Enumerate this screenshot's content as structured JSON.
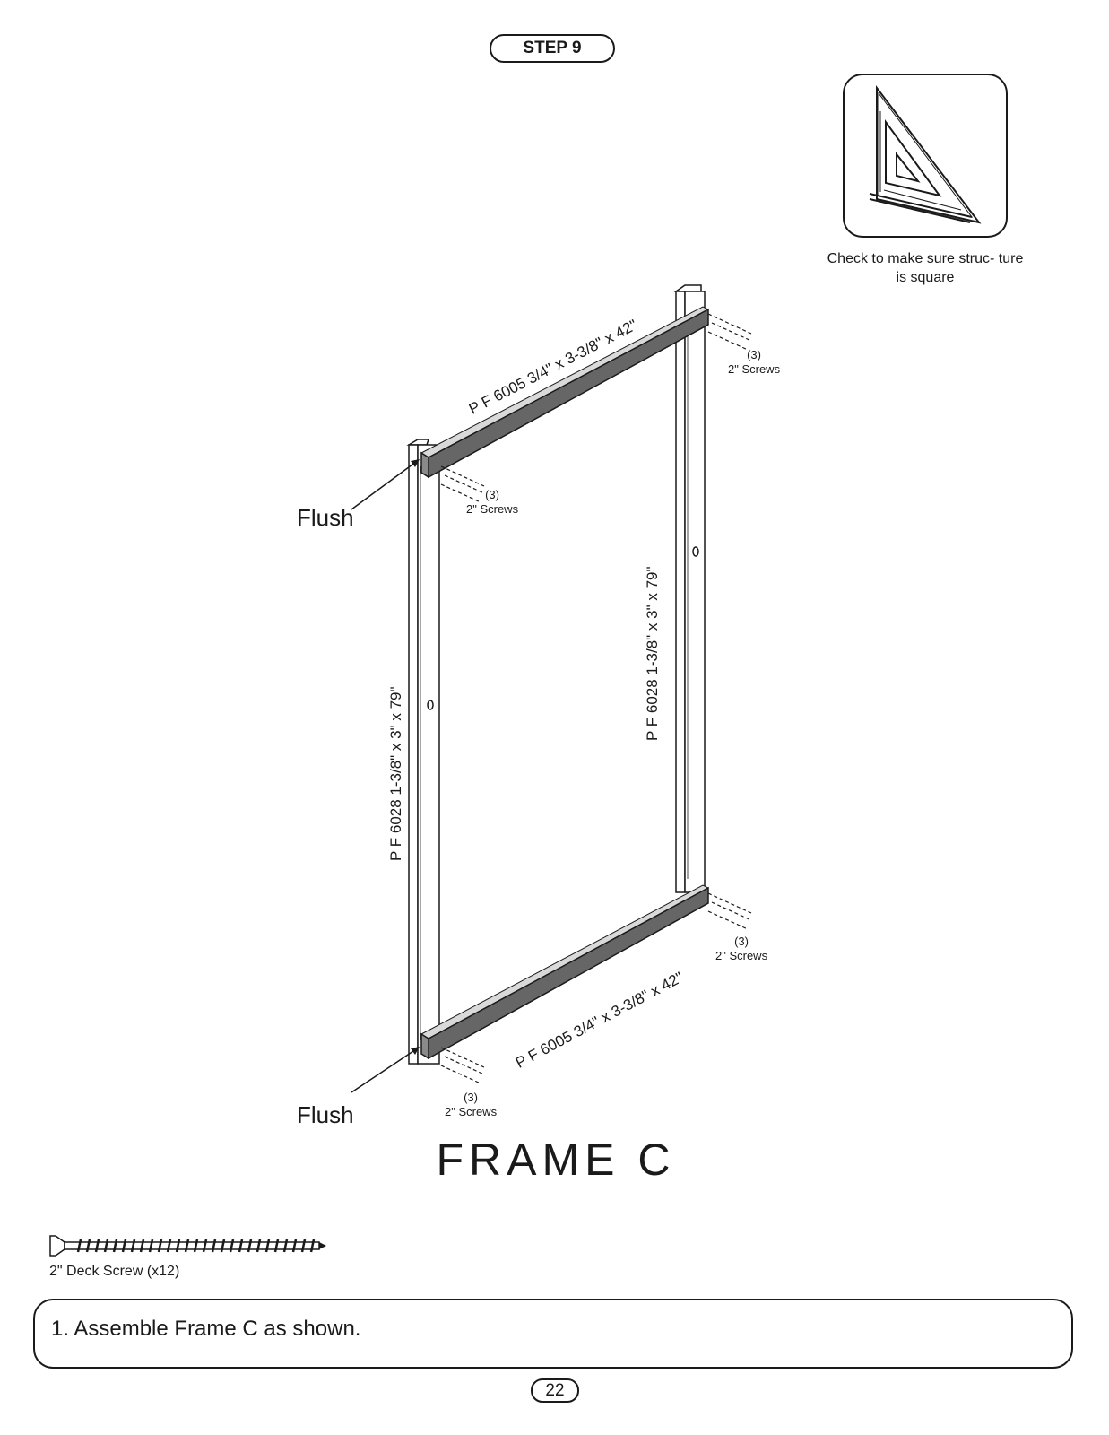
{
  "step": {
    "label": "STEP 9"
  },
  "square_check": {
    "icon": "speed-square-icon",
    "caption": "Check to make sure struc- ture is square"
  },
  "frame": {
    "title": "FRAME C",
    "top_rail_label": "P F 6005 3/4\" x 3-3/8\" x 42\"",
    "bottom_rail_label": "P F 6005 3/4\" x 3-3/8\" x 42\"",
    "left_post_label": "P F 6028 1-3/8\" x 3\" x 79\"",
    "right_post_label": "P F 6028 1-3/8\" x 3\" x 79\"",
    "flush_label": "Flush",
    "screw_callouts": [
      {
        "count": "(3)",
        "text": "2\" Screws"
      },
      {
        "count": "(3)",
        "text": "2\" Screws"
      },
      {
        "count": "(3)",
        "text": "2\" Screws"
      },
      {
        "count": "(3)",
        "text": "2\" Screws"
      }
    ],
    "rail_color": "#666666"
  },
  "hardware": {
    "icon": "deck-screw-icon",
    "caption": "2\" Deck Screw (x12)"
  },
  "instructions": [
    "1.  Assemble Frame C as shown."
  ],
  "page_number": "22"
}
